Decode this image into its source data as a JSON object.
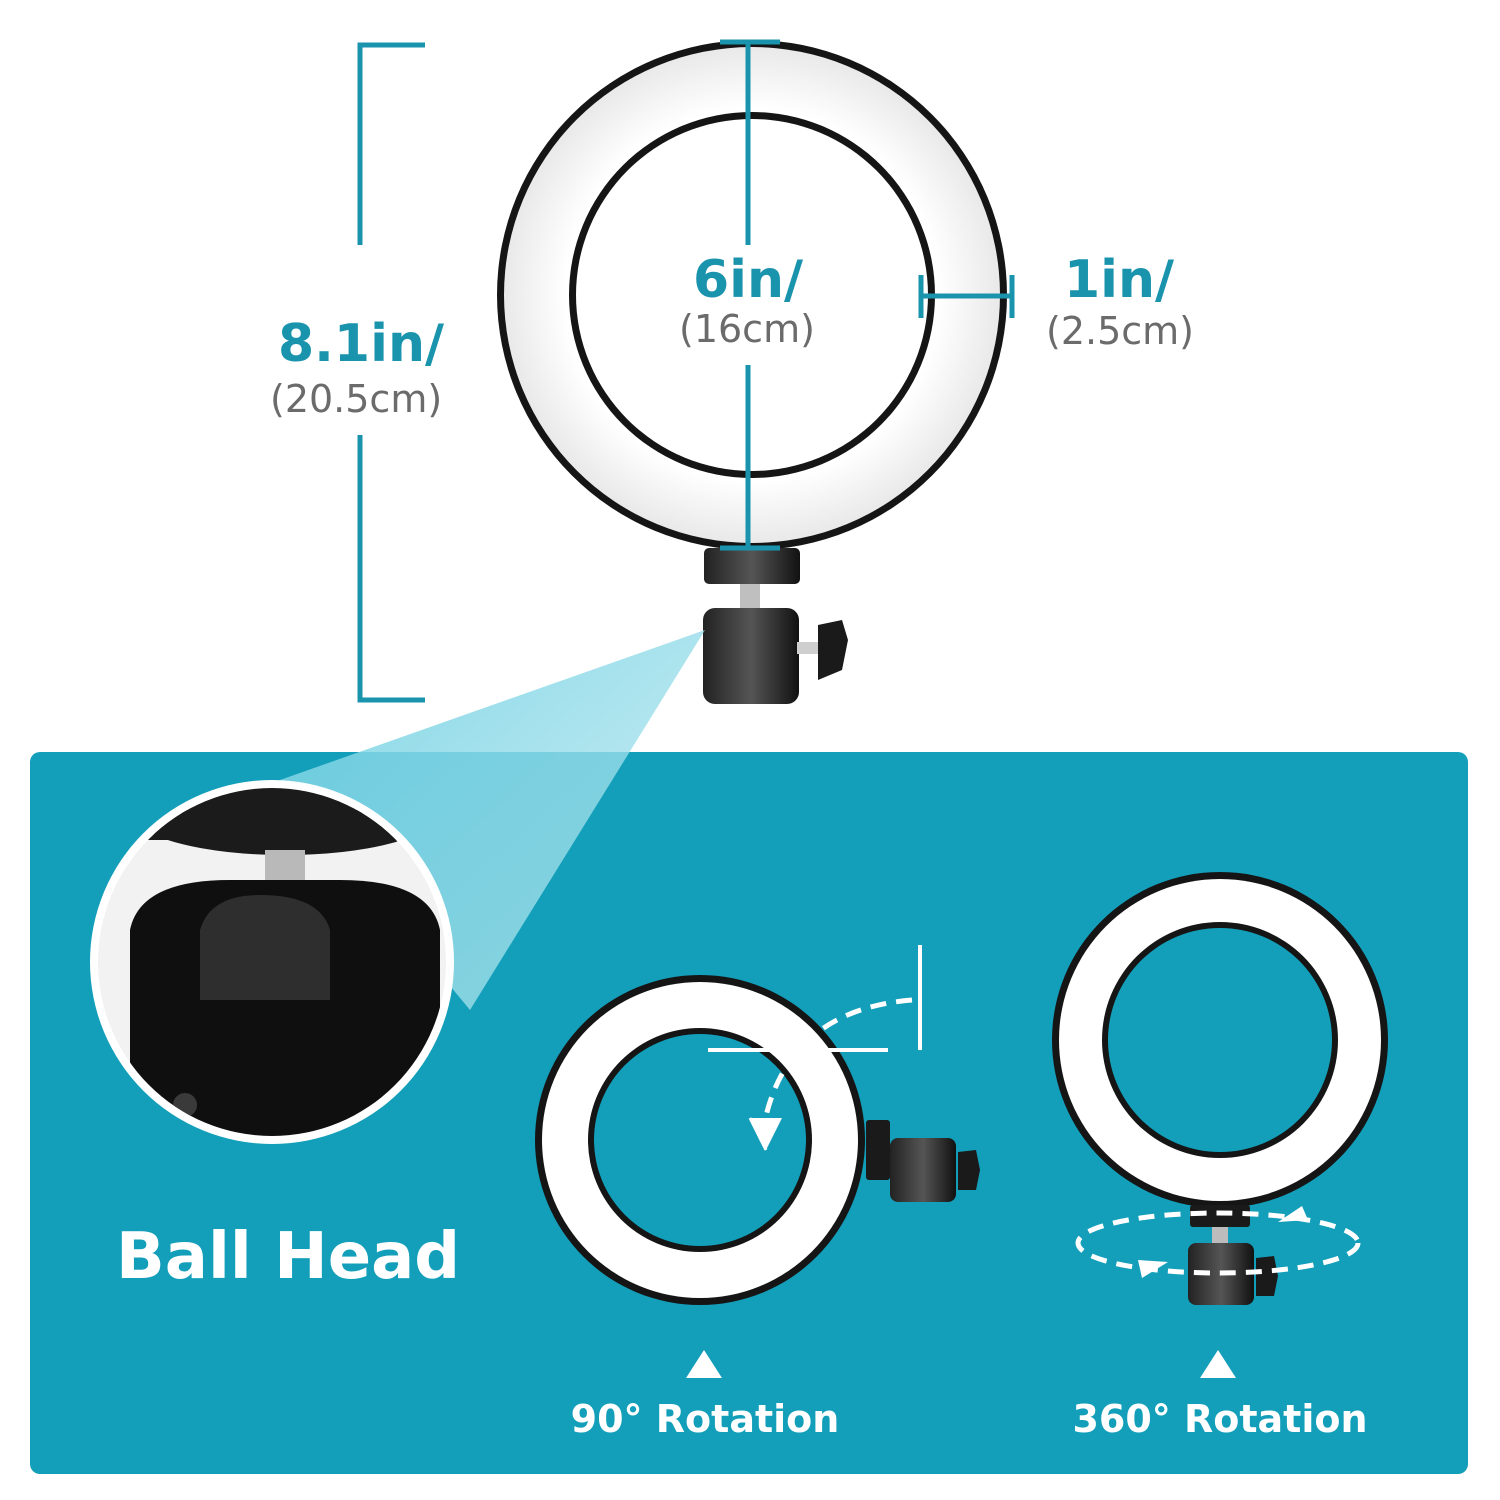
{
  "colors": {
    "accent": "#1a93ad",
    "panel_bg": "#139fba",
    "ring_light": "#ffffff",
    "ring_frame": "#111111",
    "caption_gray": "#6b6b6b"
  },
  "dimensions": {
    "height": {
      "main": "8.1in/",
      "sub": "(20.5cm)"
    },
    "inner_diameter": {
      "main": "6in/",
      "sub": "(16cm)"
    },
    "ring_width": {
      "main": "1in/",
      "sub": "(2.5cm)"
    }
  },
  "panel": {
    "title": "Ball Head",
    "captions": [
      {
        "label": "90° Rotation"
      },
      {
        "label": "360° Rotation"
      }
    ]
  },
  "icons": [
    "triangle-up-icon",
    "triangle-up-icon",
    "dashed-rotation-arrow-icon",
    "dashed-orbit-arrow-icon"
  ]
}
